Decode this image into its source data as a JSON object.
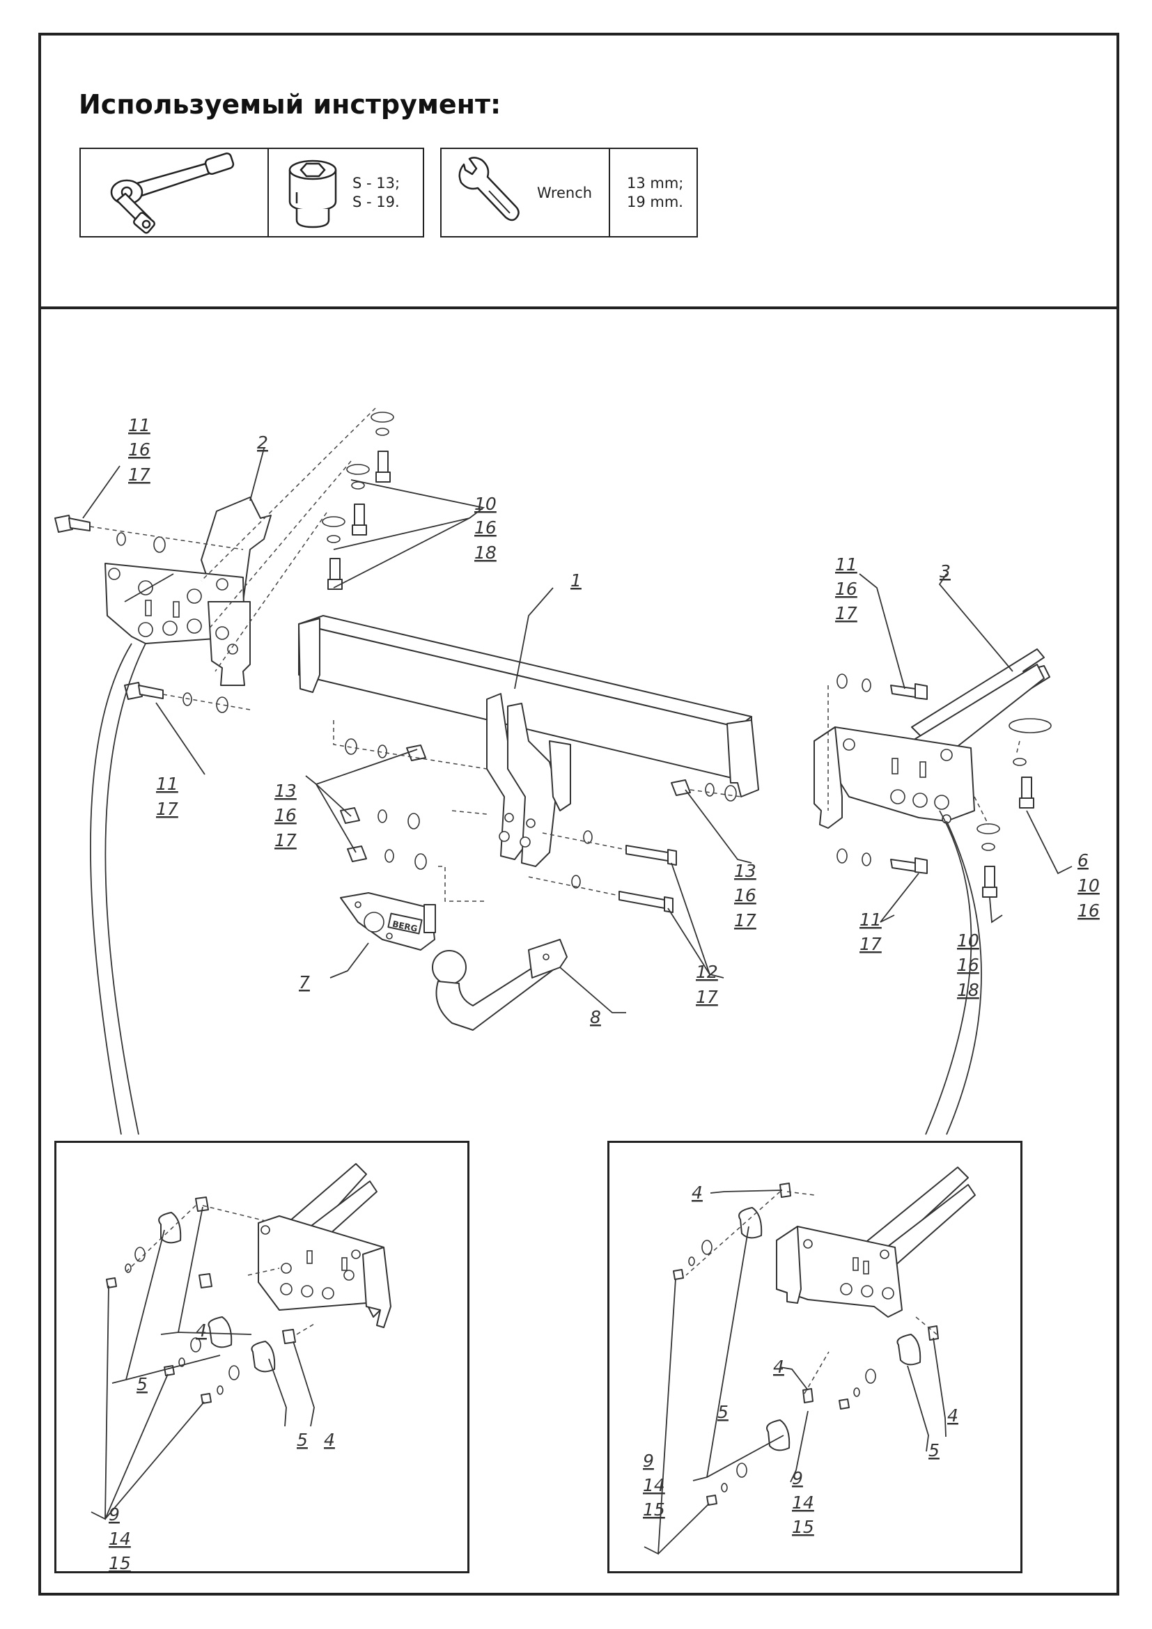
{
  "header": {
    "title": "Используемый инструмент:"
  },
  "tools": {
    "socket_sizes": [
      "S - 13;",
      "S - 19."
    ],
    "wrench_label": "Wrench",
    "wrench_sizes": [
      "13 mm;",
      "19 mm."
    ]
  },
  "icons": [
    "ratchet-icon",
    "socket-icon",
    "wrench-icon"
  ],
  "colors": {
    "line": "#222222",
    "background": "#ffffff"
  },
  "callouts": {
    "left_bolt_top": [
      "11",
      "16",
      "17"
    ],
    "bracket_left": "2",
    "bolts_top": [
      "10",
      "16",
      "18"
    ],
    "crossbar": "1",
    "right_bolt_top": [
      "11",
      "16",
      "17"
    ],
    "bracket_right": "3",
    "left_bolt_bottom": [
      "11",
      "17"
    ],
    "nuts_left": [
      "13",
      "16",
      "17"
    ],
    "nuts_right": [
      "13",
      "16",
      "17"
    ],
    "right_bolt_bottom": [
      "11",
      "17"
    ],
    "bolt_right_side": [
      "6",
      "10",
      "16"
    ],
    "bolt_right_lower": [
      "10",
      "16",
      "18"
    ],
    "socket_plate": "7",
    "bolts_center": [
      "12",
      "17"
    ],
    "ball_hook": "8"
  },
  "inset_left": {
    "spacer_a": "4",
    "bush_a": "5",
    "bush_b": "5",
    "spacer_b": "4",
    "bolts": [
      "9",
      "14",
      "15"
    ]
  },
  "inset_right": {
    "spacer_a": "4",
    "bush_a": "5",
    "spacer_b": "4",
    "spacer_c": "4",
    "bush_b": "5",
    "bolts_a": [
      "9",
      "14",
      "15"
    ],
    "bolts_b": [
      "9",
      "14",
      "15"
    ]
  },
  "plate_brand": "BERG"
}
